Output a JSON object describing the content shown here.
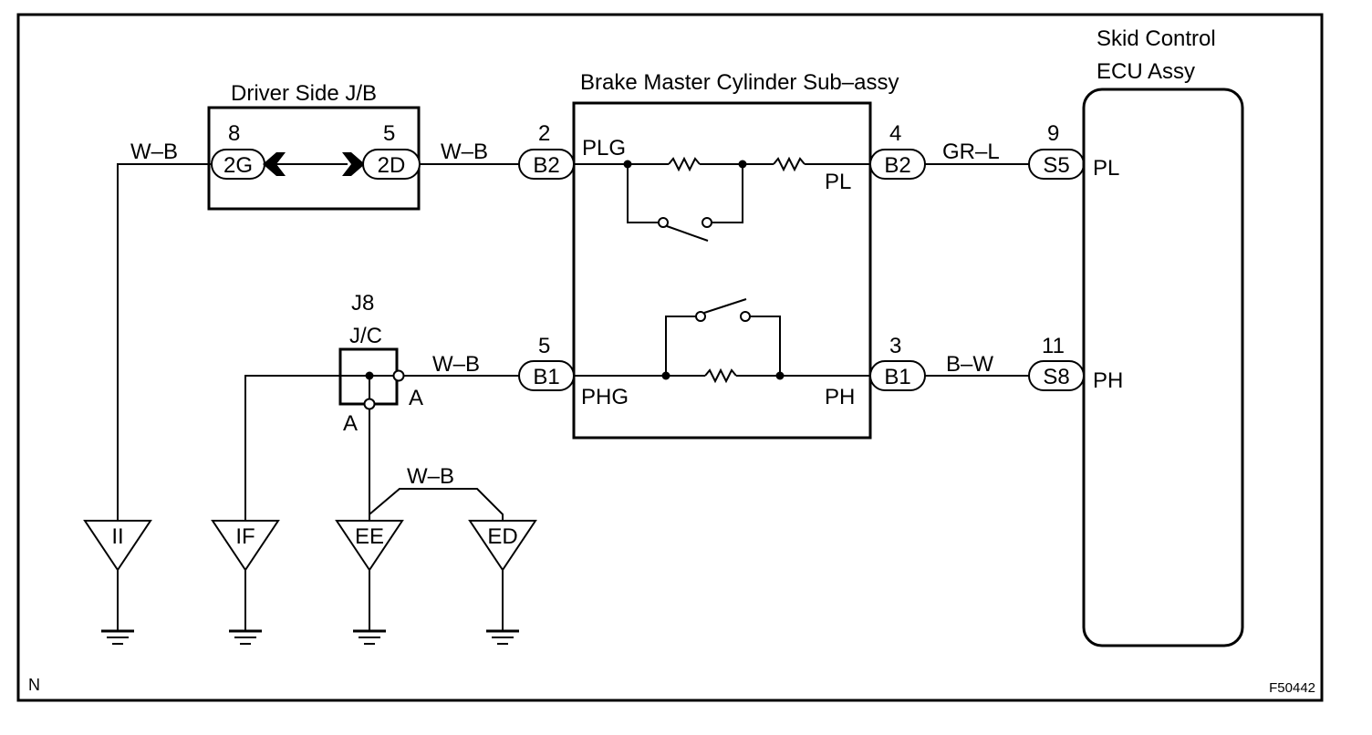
{
  "figure_id": "F50442",
  "corner_mark": "N",
  "components": {
    "junction_block": "Driver Side J/B",
    "master_cylinder": "Brake Master Cylinder Sub–assy",
    "ecu_line1": "Skid Control",
    "ecu_line2": "ECU Assy",
    "junction_connector_id": "J8",
    "junction_connector": "J/C"
  },
  "connectors": {
    "jb_left": {
      "code": "2G",
      "pin": "8"
    },
    "jb_right": {
      "code": "2D",
      "pin": "5"
    },
    "mc_top_left": {
      "code": "B2",
      "pin": "2"
    },
    "mc_top_right": {
      "code": "B2",
      "pin": "4"
    },
    "mc_bottom_left": {
      "code": "B1",
      "pin": "5"
    },
    "mc_bottom_right": {
      "code": "B1",
      "pin": "3"
    },
    "ecu_top": {
      "code": "S5",
      "pin": "9"
    },
    "ecu_bottom": {
      "code": "S8",
      "pin": "11"
    }
  },
  "terminals": {
    "plg": "PLG",
    "pl_mc": "PL",
    "phg": "PHG",
    "ph_mc": "PH",
    "pl_ecu": "PL",
    "ph_ecu": "PH",
    "jc_right": "A",
    "jc_bottom": "A"
  },
  "wires": {
    "left_ground": "W–B",
    "jb_to_mc": "W–B",
    "mc_to_ecu_top": "GR–L",
    "jc_to_mc": "W–B",
    "mc_to_ecu_bottom": "B–W",
    "ground_bridge": "W–B"
  },
  "grounds": [
    "II",
    "IF",
    "EE",
    "ED"
  ]
}
